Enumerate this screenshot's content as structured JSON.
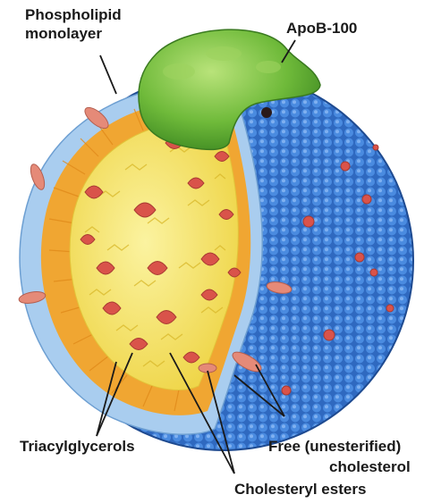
{
  "labels": {
    "phospholipid_line1": "Phospholipid",
    "phospholipid_line2": "monolayer",
    "apob": "ApoB-100",
    "triacylglycerols": "Triacylglycerols",
    "free_cholesterol_line1": "Free (unesterified)",
    "free_cholesterol_line2": "cholesterol",
    "cholesteryl_esters": "Cholesteryl esters"
  },
  "colors": {
    "surface_blue": "#3a76cc",
    "surface_blue_dark": "#1f4f9c",
    "head_light_blue": "#a9cdef",
    "tail_orange": "#f0a632",
    "core_yellow": "#f6e66a",
    "cholesterol_red": "#d9534a",
    "apob_green": "#7cc243"
  }
}
